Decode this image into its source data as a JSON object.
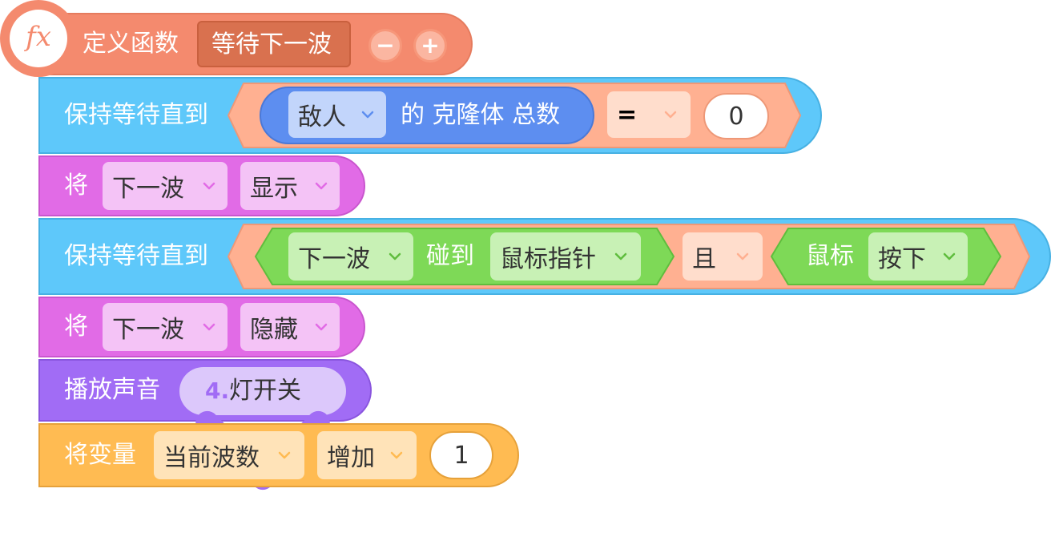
{
  "function_header": {
    "icon_glyph": "fx",
    "label": "定义函数",
    "name": "等待下一波",
    "remove_glyph": "−",
    "add_glyph": "+"
  },
  "blocks": [
    {
      "label": "保持等待直到",
      "condition": {
        "object_dropdown": "敌人",
        "text": "的 克隆体 总数",
        "operator": "=",
        "value": "0"
      }
    },
    {
      "label": "将",
      "target_dropdown": "下一波",
      "action_dropdown": "显示"
    },
    {
      "label": "保持等待直到",
      "condition": {
        "left_sprite_dropdown": "下一波",
        "touch_text": "碰到",
        "touch_target_dropdown": "鼠标指针",
        "logic_dropdown": "且",
        "mouse_label": "鼠标",
        "mouse_state_dropdown": "按下"
      }
    },
    {
      "label": "将",
      "target_dropdown": "下一波",
      "action_dropdown": "隐藏"
    },
    {
      "label": "播放声音",
      "sound_number": "4.",
      "sound_name": "灯开关"
    },
    {
      "label": "将变量",
      "variable_dropdown": "当前波数",
      "operation_dropdown": "增加",
      "value": "1"
    }
  ],
  "colors": {
    "function_block": "#f48a6e",
    "function_name_bg": "#d9714f",
    "control_block": "#5ec8fa",
    "looks_block": "#e16be6",
    "sound_block": "#a16cf5",
    "variable_block": "#ffbb52",
    "operator_hex": "#ffb091",
    "sensing_block": "#5d8ef0",
    "green_block": "#7ed957"
  }
}
